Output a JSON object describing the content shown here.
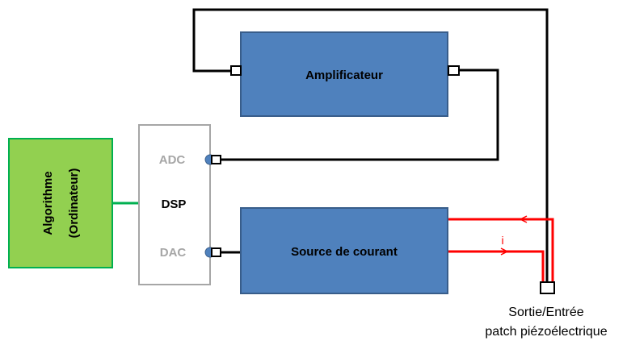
{
  "algorithm": {
    "line1": "Algorithme",
    "line2": "(Ordinateur)"
  },
  "dsp": {
    "label": "DSP",
    "adc_label": "ADC",
    "dac_label": "DAC"
  },
  "amplifier": {
    "label": "Amplificateur"
  },
  "current_source": {
    "label": "Source de courant"
  },
  "current_label": "i",
  "output": {
    "line1": "Sortie/Entrée",
    "line2": "patch piézoélectrique"
  },
  "colors": {
    "algo_fill": "#92d050",
    "algo_stroke": "#00b050",
    "block_fill": "#4f81bd",
    "block_stroke": "#385d8a",
    "dsp_stroke": "#a6a6a6",
    "dsp_port_text": "#a6a6a6",
    "wire": "#000000",
    "current_wire": "#ff0000"
  }
}
